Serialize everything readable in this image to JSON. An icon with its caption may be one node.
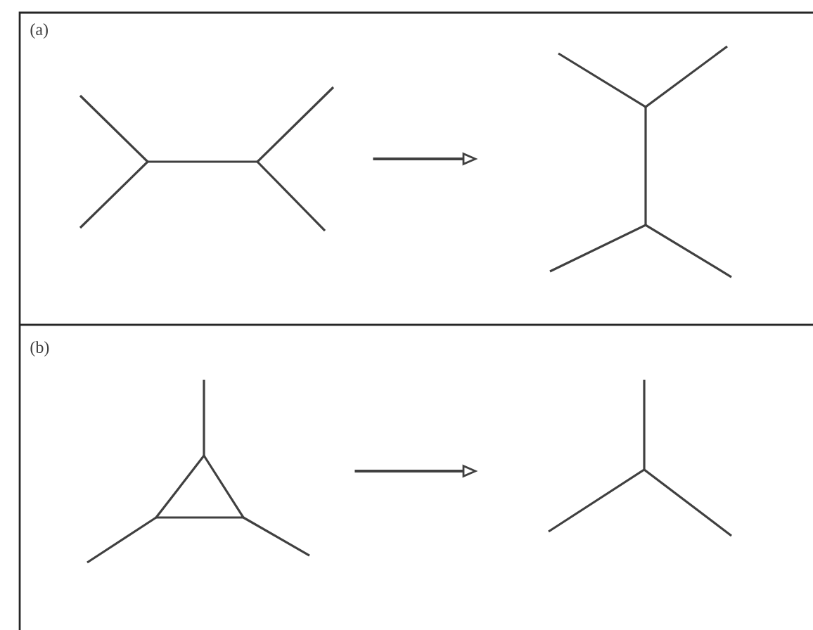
{
  "diagram": {
    "nodes": [
      {
        "text": [
          "(a)"
        ]
      },
      {
        "text": [],
        "shape": "picture",
        "in": 0
      },
      {
        "text": [],
        "shape": "picture",
        "in": 0
      },
      {
        "text": [
          "(b)"
        ]
      },
      {
        "text": [],
        "shape": "picture",
        "in": 3
      },
      {
        "text": [],
        "shape": "picture",
        "in": 3
      }
    ],
    "edges": [
      {
        "from": 1,
        "to": 2,
        "arrow": "to"
      },
      {
        "from": 4,
        "to": 5,
        "arrow": "to"
      }
    ]
  }
}
